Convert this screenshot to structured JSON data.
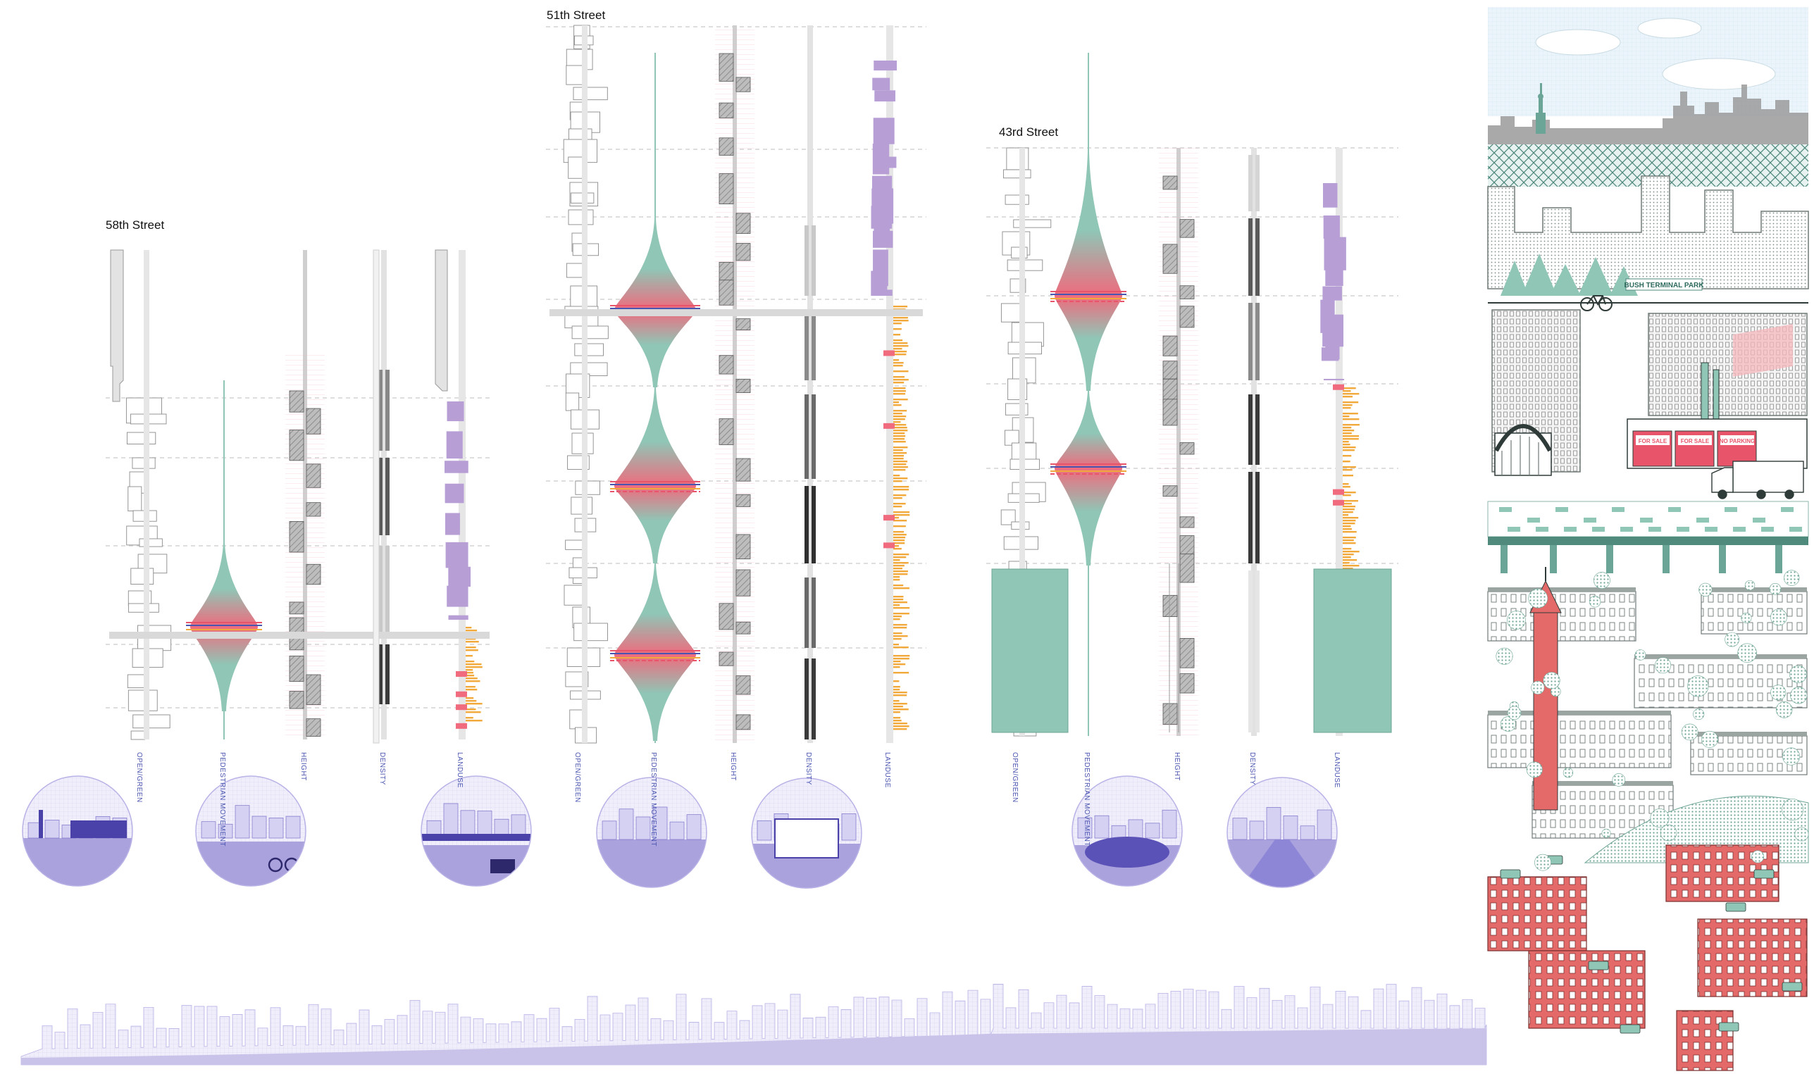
{
  "sections": [
    {
      "title": "58th Street",
      "columns": [
        "OPEN/GREEN",
        "PEDESTRIAN\nMOVEMENT",
        "HEIGHT",
        "DENSITY",
        "LANDUSE"
      ]
    },
    {
      "title": "51th Street",
      "columns": [
        "OPEN/GREEN",
        "PEDESTRIAN\nMOVEMENT",
        "HEIGHT",
        "DENSITY",
        "LANDUSE"
      ]
    },
    {
      "title": "43rd Street",
      "columns": [
        "OPEN/GREEN",
        "PEDESTRIAN\nMOVEMENT",
        "HEIGHT",
        "DENSITY",
        "LANDUSE"
      ]
    }
  ],
  "illustration": {
    "park_sign": "BUSH TERMINAL PARK",
    "sale_signs": [
      "FOR SALE",
      "FOR SALE",
      "NO PARKING"
    ]
  },
  "colors": {
    "green": "#8fc6b6",
    "purple": "#b79fd6",
    "orange": "#f2a93b",
    "pink": "#ef6b7d",
    "lavender": "#c9c3ea",
    "navy_line": "#4a55b0",
    "brick": "#e46a6a"
  }
}
